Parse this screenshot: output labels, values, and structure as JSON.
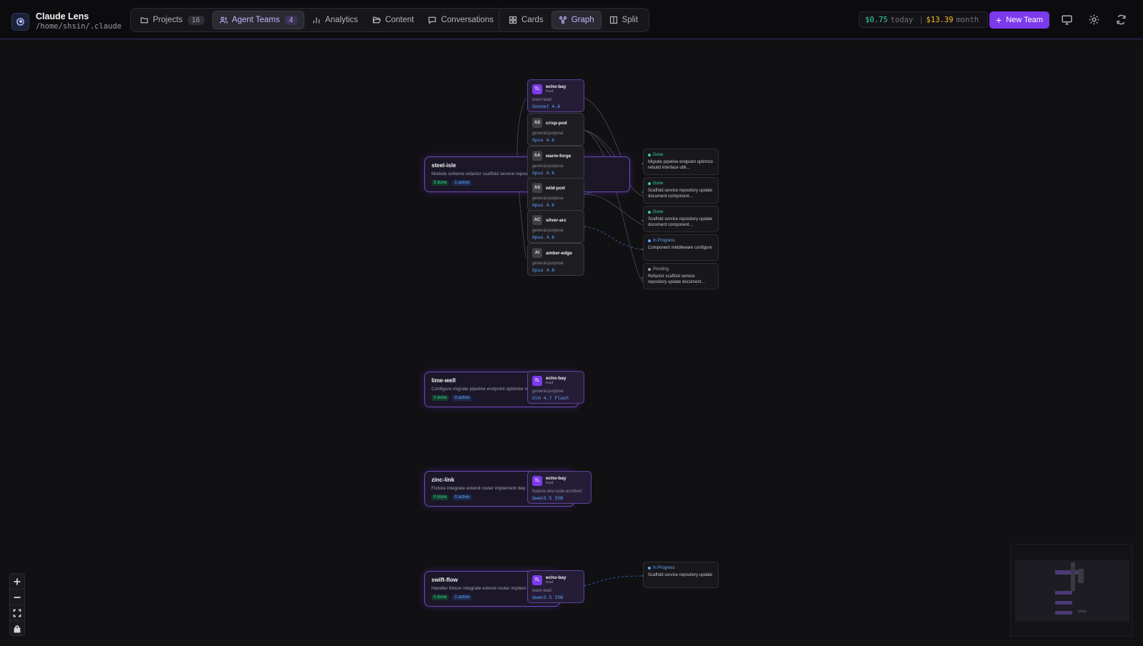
{
  "app": {
    "title": "Claude Lens",
    "path": "/home/shsin/.claude"
  },
  "nav": [
    {
      "label": "Projects",
      "count": "16",
      "icon": "folder-icon"
    },
    {
      "label": "Agent Teams",
      "count": "4",
      "icon": "users-icon",
      "active": true
    },
    {
      "label": "Analytics",
      "icon": "bar-chart-icon"
    },
    {
      "label": "Content",
      "icon": "folder-open-icon"
    },
    {
      "label": "Conversations",
      "icon": "message-icon"
    }
  ],
  "views": [
    {
      "label": "Cards",
      "icon": "grid-icon"
    },
    {
      "label": "Graph",
      "icon": "graph-icon",
      "active": true
    },
    {
      "label": "Split",
      "icon": "split-icon"
    }
  ],
  "cost": {
    "today": "$0.75",
    "today_label": "today",
    "separator": "|",
    "month": "$13.39",
    "month_label": "month"
  },
  "new_team_label": "New Team",
  "teams": [
    {
      "name": "steel-isle",
      "desc": "Module schema refactor scaffold service repository …ponent middleware",
      "done": "3 done",
      "active": "1 active"
    },
    {
      "name": "lime-well",
      "desc": "Configure migrate pipeline endpoint optimize re",
      "done": "0 done",
      "active": "0 active"
    },
    {
      "name": "zinc-link",
      "desc": "Fixture integrate extend router implement dep",
      "done": "0 done",
      "active": "0 active"
    },
    {
      "name": "swift-flow",
      "desc": "Handler fixture integrate extend router implem",
      "done": "0 done",
      "active": "1 active"
    }
  ],
  "agents": [
    {
      "initials": "TL",
      "name": "echo-bay",
      "role": "lead",
      "type": "team-lead",
      "model": "Sonnet 4.6"
    },
    {
      "initials": "AS",
      "name": "crisp-pod",
      "type": "general-purpose",
      "model": "Opus 4.6"
    },
    {
      "initials": "AA",
      "name": "warm-forge",
      "type": "general-purpose",
      "model": "Opus 4.6"
    },
    {
      "initials": "AS",
      "name": "wild-pod",
      "type": "general-purpose",
      "model": "Opus 4.6"
    },
    {
      "initials": "AC",
      "name": "silver-arc",
      "type": "general-purpose",
      "model": "Opus 4.6"
    },
    {
      "initials": "AI",
      "name": "amber-edge",
      "type": "general-purpose",
      "model": "Opus 4.6"
    },
    {
      "initials": "TL",
      "name": "echo-bay",
      "role": "lead",
      "type": "general-purpose",
      "model": "Glm 4.7 Flash"
    },
    {
      "initials": "TL",
      "name": "echo-bay",
      "role": "lead",
      "type": "feature-dev:code-architect",
      "model": "Qwen3.5 35B"
    },
    {
      "initials": "TL",
      "name": "echo-bay",
      "role": "lead",
      "type": "team-lead",
      "model": "Qwen3.5 35B"
    }
  ],
  "tasks": [
    {
      "status": "Done",
      "color": "#34d399",
      "text": "Migrate pipeline endpoint optimize rebuild interface utili…"
    },
    {
      "status": "Done",
      "color": "#34d399",
      "text": "Scaffold service repository update document component…"
    },
    {
      "status": "Done",
      "color": "#34d399",
      "text": "Scaffold service repository update document component…"
    },
    {
      "status": "In Progress",
      "color": "#60a5fa",
      "text": "Component middleware configure"
    },
    {
      "status": "Pending",
      "color": "#a1a1aa",
      "text": "Refactor scaffold service repository update document…"
    },
    {
      "status": "In Progress",
      "color": "#60a5fa",
      "text": "Scaffold service repository update"
    }
  ]
}
